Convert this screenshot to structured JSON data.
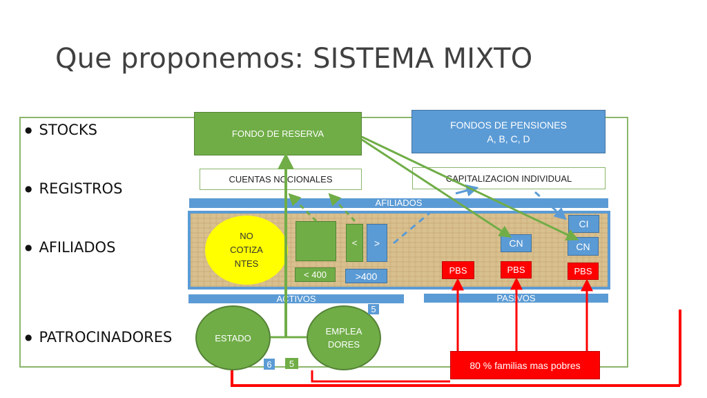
{
  "title": "Que proponemos: SISTEMA MIXTO",
  "bullets": [
    "STOCKS",
    "REGISTROS",
    "AFILIADOS",
    "PATROCINADORES"
  ],
  "boxes": {
    "fondo_reserva": "FONDO DE RESERVA",
    "fondos_pensiones_line1": "FONDOS DE PENSIONES",
    "fondos_pensiones_line2": "A, B, C, D",
    "cuentas_nocionales": "CUENTAS NOCIONALES",
    "capitalizacion_individual": "CAPITALIZACION INDIVIDUAL"
  },
  "bars": {
    "afiliados": "AFILIADOS",
    "activos": "ACTIVOS",
    "pasivos": "PASIVOS"
  },
  "inner": {
    "no_cotizantes_lines": [
      "NO",
      "COTIZA",
      "NTES"
    ],
    "less_than": "<",
    "greater_than": ">",
    "lt400": "< 400",
    "gt400": ">400",
    "ci": "CI",
    "cn1": "CN",
    "cn2": "CN",
    "pbs": [
      "PBS",
      "PBS",
      "PBS"
    ]
  },
  "sponsors": {
    "estado": "ESTADO",
    "empleadores_line1": "EMPLEA",
    "empleadores_line2": "DORES"
  },
  "tags": {
    "tag5_top": "5",
    "tag6": "6",
    "tag5_bottom": "5"
  },
  "familias": "80 % familias mas pobres",
  "colors": {
    "green": "#70ad47",
    "blue": "#5b9bd5",
    "red": "#ff0000",
    "yellow": "#ffff00"
  }
}
